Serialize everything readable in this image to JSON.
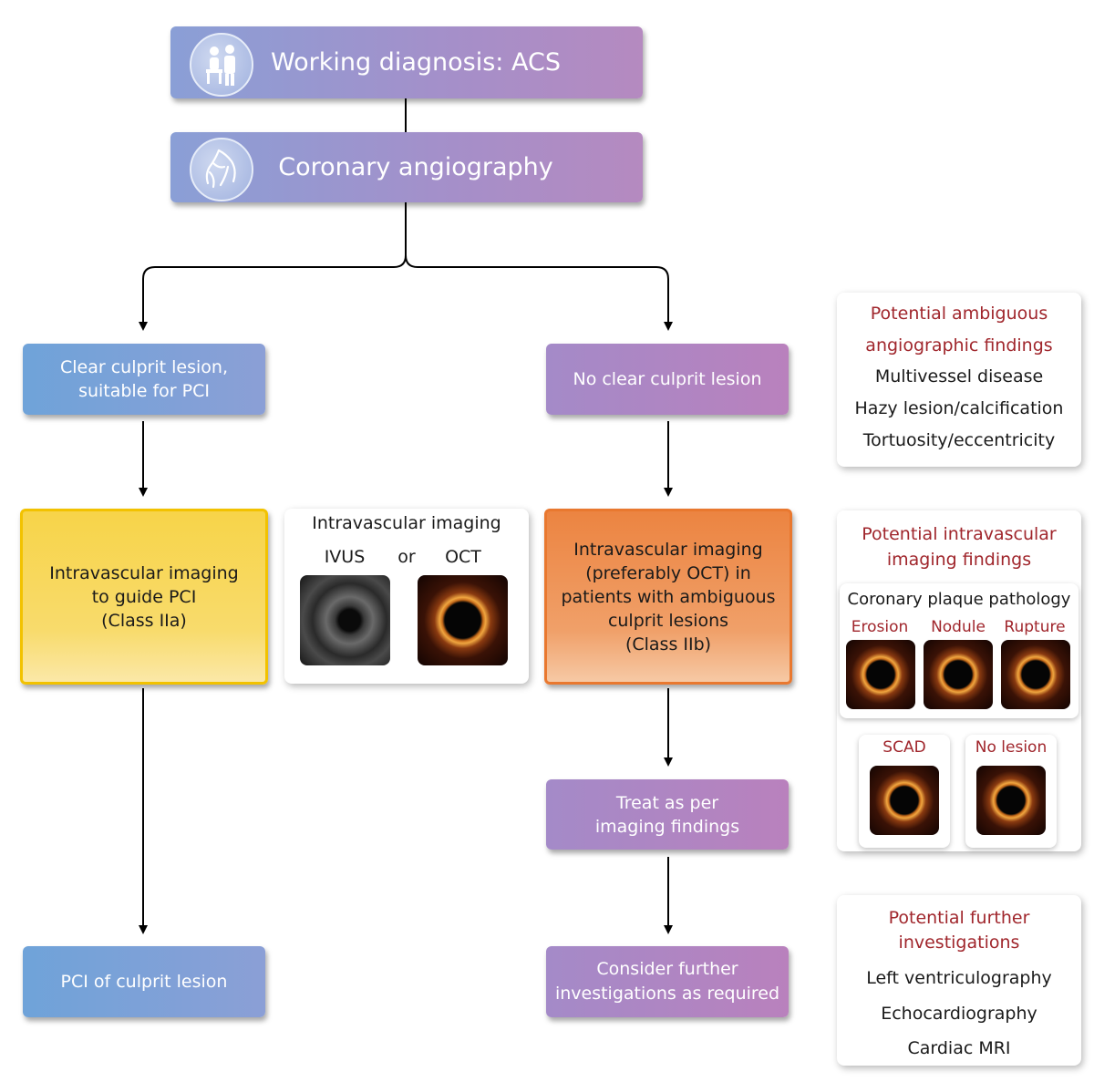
{
  "boxes": {
    "working_diagnosis": "Working diagnosis: ACS",
    "coronary_angiography": "Coronary angiography",
    "clear_culprit": [
      "Clear culprit lesion,",
      "suitable for PCI"
    ],
    "no_clear_culprit": "No clear culprit lesion",
    "ivi_guide_pci": [
      "Intravascular imaging",
      "to guide PCI",
      "(Class IIa)"
    ],
    "ivi_preferably_oct": [
      "Intravascular imaging",
      "(preferably OCT) in",
      "patients with ambiguous",
      "culprit lesions",
      "(Class IIb)"
    ],
    "treat_as_per": [
      "Treat as per",
      "imaging findings"
    ],
    "pci_culprit": "PCI of culprit lesion",
    "consider_further": [
      "Consider further",
      "investigations as required"
    ]
  },
  "imaging_panel": {
    "title": "Intravascular imaging",
    "ivus": "IVUS",
    "or": "or",
    "oct": "OCT"
  },
  "ambiguous_panel": {
    "title": [
      "Potential ambiguous",
      "angiographic findings"
    ],
    "items": [
      "Multivessel disease",
      "Hazy lesion/calcification",
      "Tortuosity/eccentricity"
    ]
  },
  "intravascular_findings_panel": {
    "title": [
      "Potential intravascular",
      "imaging findings"
    ],
    "plaque_title": "Coronary plaque pathology",
    "plaque_types": [
      "Erosion",
      "Nodule",
      "Rupture"
    ],
    "other_types": [
      "SCAD",
      "No lesion"
    ]
  },
  "further_panel": {
    "title": [
      "Potential further",
      "investigations"
    ],
    "items": [
      "Left ventriculography",
      "Echocardiography",
      "Cardiac MRI"
    ]
  },
  "colors": {
    "accent_red": "#a0262c",
    "class_iia_yellow": "#f7d449",
    "class_iib_orange": "#ec8441"
  }
}
